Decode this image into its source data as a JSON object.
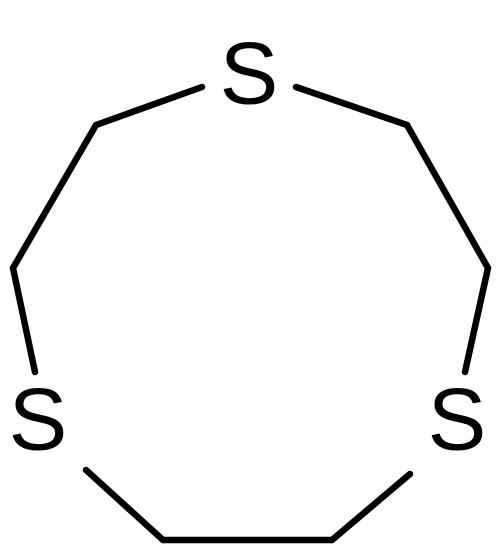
{
  "molecule": {
    "atoms": [
      {
        "label": "S"
      },
      {
        "label": "S"
      },
      {
        "label": "S"
      }
    ]
  },
  "colors": {
    "background": "#ffffff",
    "ink": "#000000"
  }
}
